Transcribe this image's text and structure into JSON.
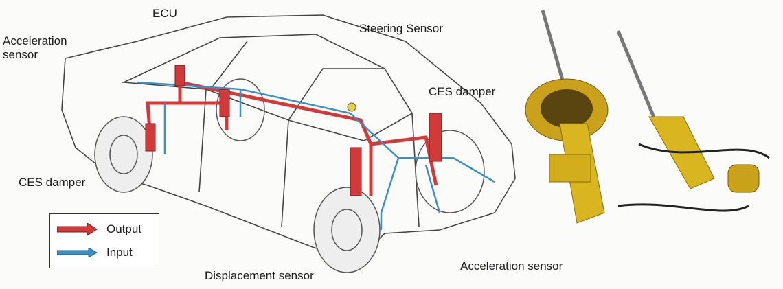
{
  "labels": {
    "ecu": "ECU",
    "acceleration_sensor_top_line1": "Acceleration",
    "acceleration_sensor_top_line2": "sensor",
    "steering_sensor": "Steering Sensor",
    "ces_damper_right": "CES damper",
    "ces_damper_left": "CES damper",
    "displacement_sensor": "Displacement sensor",
    "acceleration_sensor_bottom": "Acceleration sensor"
  },
  "legend": {
    "output": "Output",
    "input": "Input"
  },
  "colors": {
    "output": "#d23a3a",
    "input": "#3a8fc4",
    "damper": "#d9b520"
  }
}
